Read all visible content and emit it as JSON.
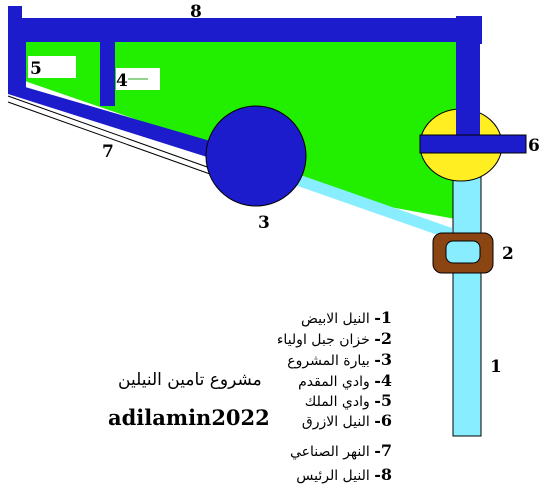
{
  "labels": {
    "n1": "1",
    "n2": "2",
    "n3": "3",
    "n4": "4",
    "n5": "5",
    "n6": "6",
    "n7": "7",
    "n8": "8"
  },
  "legend": [
    {
      "num": "1-",
      "text": "النيل الابيض"
    },
    {
      "num": "2-",
      "text": "خزان جبل اولياء"
    },
    {
      "num": "3-",
      "text": "بيارة المشروع"
    },
    {
      "num": "4-",
      "text": "وادي المقدم"
    },
    {
      "num": "5-",
      "text": "وادي الملك"
    },
    {
      "num": "6-",
      "text": "النيل الازرق"
    },
    {
      "num": "7-",
      "text": "النهر الصناعي"
    },
    {
      "num": "8-",
      "text": "النيل الرئيس"
    }
  ],
  "title": "مشروع تامين النيلين",
  "author": "adilamin2022",
  "colors": {
    "canal": "#1c1ccc",
    "field": "#22ee00",
    "white_nile": "#88eeff",
    "blue_nile_junction": "#ffee22",
    "dam": "#8b4513"
  }
}
